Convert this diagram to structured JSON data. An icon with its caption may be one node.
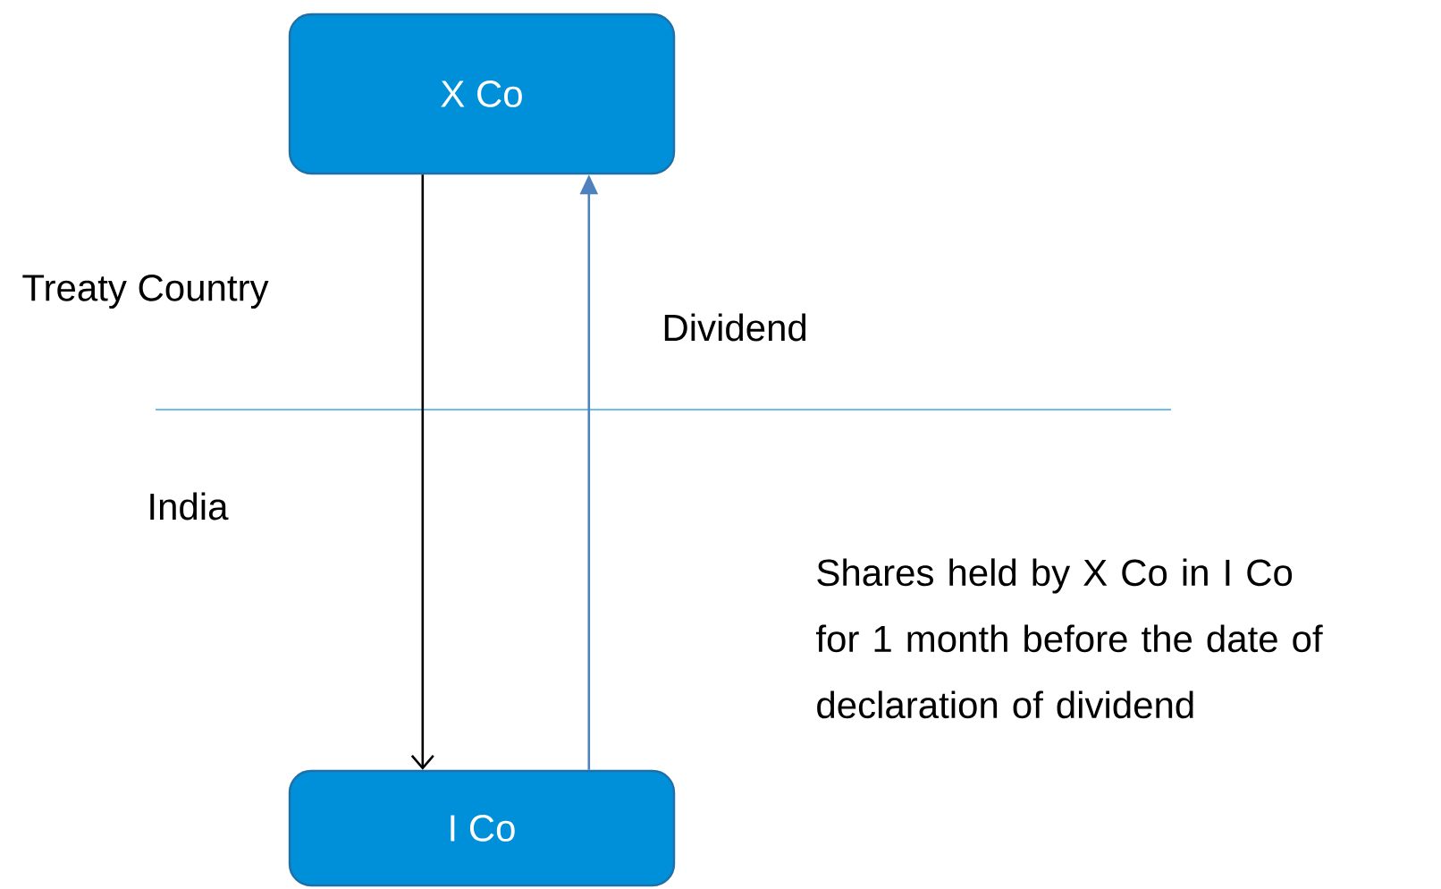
{
  "diagram": {
    "nodes": [
      {
        "text": [
          "X Co"
        ]
      },
      {
        "text": [
          "I Co"
        ]
      }
    ],
    "edges": [
      {
        "from": 0,
        "to": 1,
        "arrow": "to"
      },
      {
        "from": 1,
        "to": 0,
        "arrow": "to",
        "color": "#4f81bd"
      }
    ],
    "labels": [
      "Treaty Country",
      "Dividend",
      "India",
      "Shares held by X Co in I Co for 1 month before the date of declaration of dividend"
    ]
  }
}
